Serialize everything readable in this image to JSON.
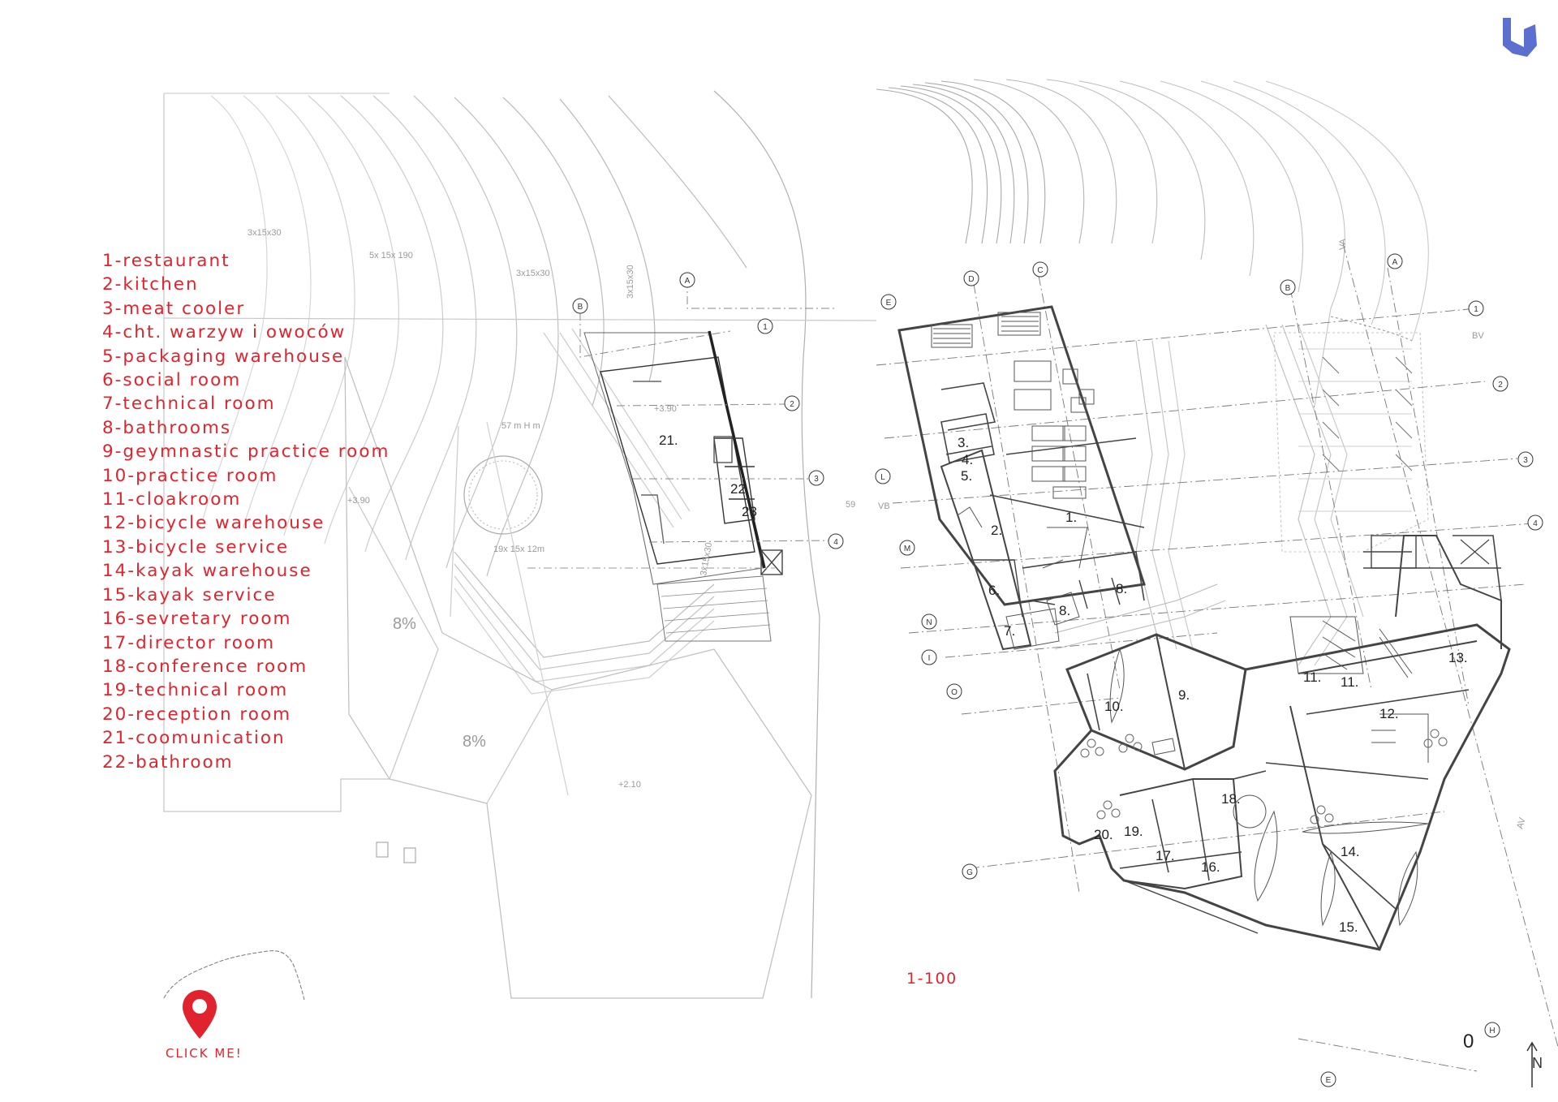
{
  "legend": [
    "1-restaurant",
    "2-kitchen",
    "3-meat cooler",
    "4-cht. warzyw i owoców",
    "5-packaging warehouse",
    "6-social room",
    "7-technical room",
    "8-bathrooms",
    "9-geymnastic practice room",
    "10-practice room",
    "11-cloakroom",
    "12-bicycle warehouse",
    "13-bicycle service",
    "14-kayak warehouse",
    "15-kayak service",
    "16-sevretary room",
    "17-director room",
    "18-conference room",
    "19-technical room",
    "20-reception room",
    "21-coomunication",
    "22-bathroom"
  ],
  "scale_label": "1-100",
  "click_label": "CLICK ME!",
  "colors": {
    "accent": "#e1232d",
    "logo": "#5b6fcf",
    "lines": "#bbbbbb",
    "walls": "#444444"
  },
  "plan_left": {
    "room_labels": [
      "21.",
      "22.",
      "23"
    ],
    "axis_labels": [
      "A",
      "B",
      "1",
      "2",
      "3",
      "4"
    ],
    "level_notes": [
      "+3.90",
      "+3.90",
      "+2.10",
      "59"
    ],
    "slope_notes": [
      "8%",
      "8%"
    ],
    "stair_notes": [
      "3x15x30",
      "5x 15x 190",
      "3x15x30",
      "3x15x30",
      "57 m H m",
      "19x 15x 12m",
      "3x15x30"
    ]
  },
  "plan_right": {
    "room_labels": [
      "1.",
      "2.",
      "3.",
      "4.",
      "5.",
      "6.",
      "7.",
      "8.",
      "8.",
      "9.",
      "10.",
      "11.",
      "11.",
      "12.",
      "13.",
      "14.",
      "15.",
      "16.",
      "17.",
      "18.",
      "19.",
      "20."
    ],
    "axis_labels": [
      "E",
      "D",
      "C",
      "L",
      "M",
      "N",
      "I",
      "O",
      "G",
      "B",
      "A",
      "1",
      "2",
      "3",
      "4",
      "H",
      "E"
    ],
    "corner_labels": [
      "VA",
      "BV",
      "VB",
      "AV"
    ],
    "footer_zero": "0",
    "north": "N"
  }
}
